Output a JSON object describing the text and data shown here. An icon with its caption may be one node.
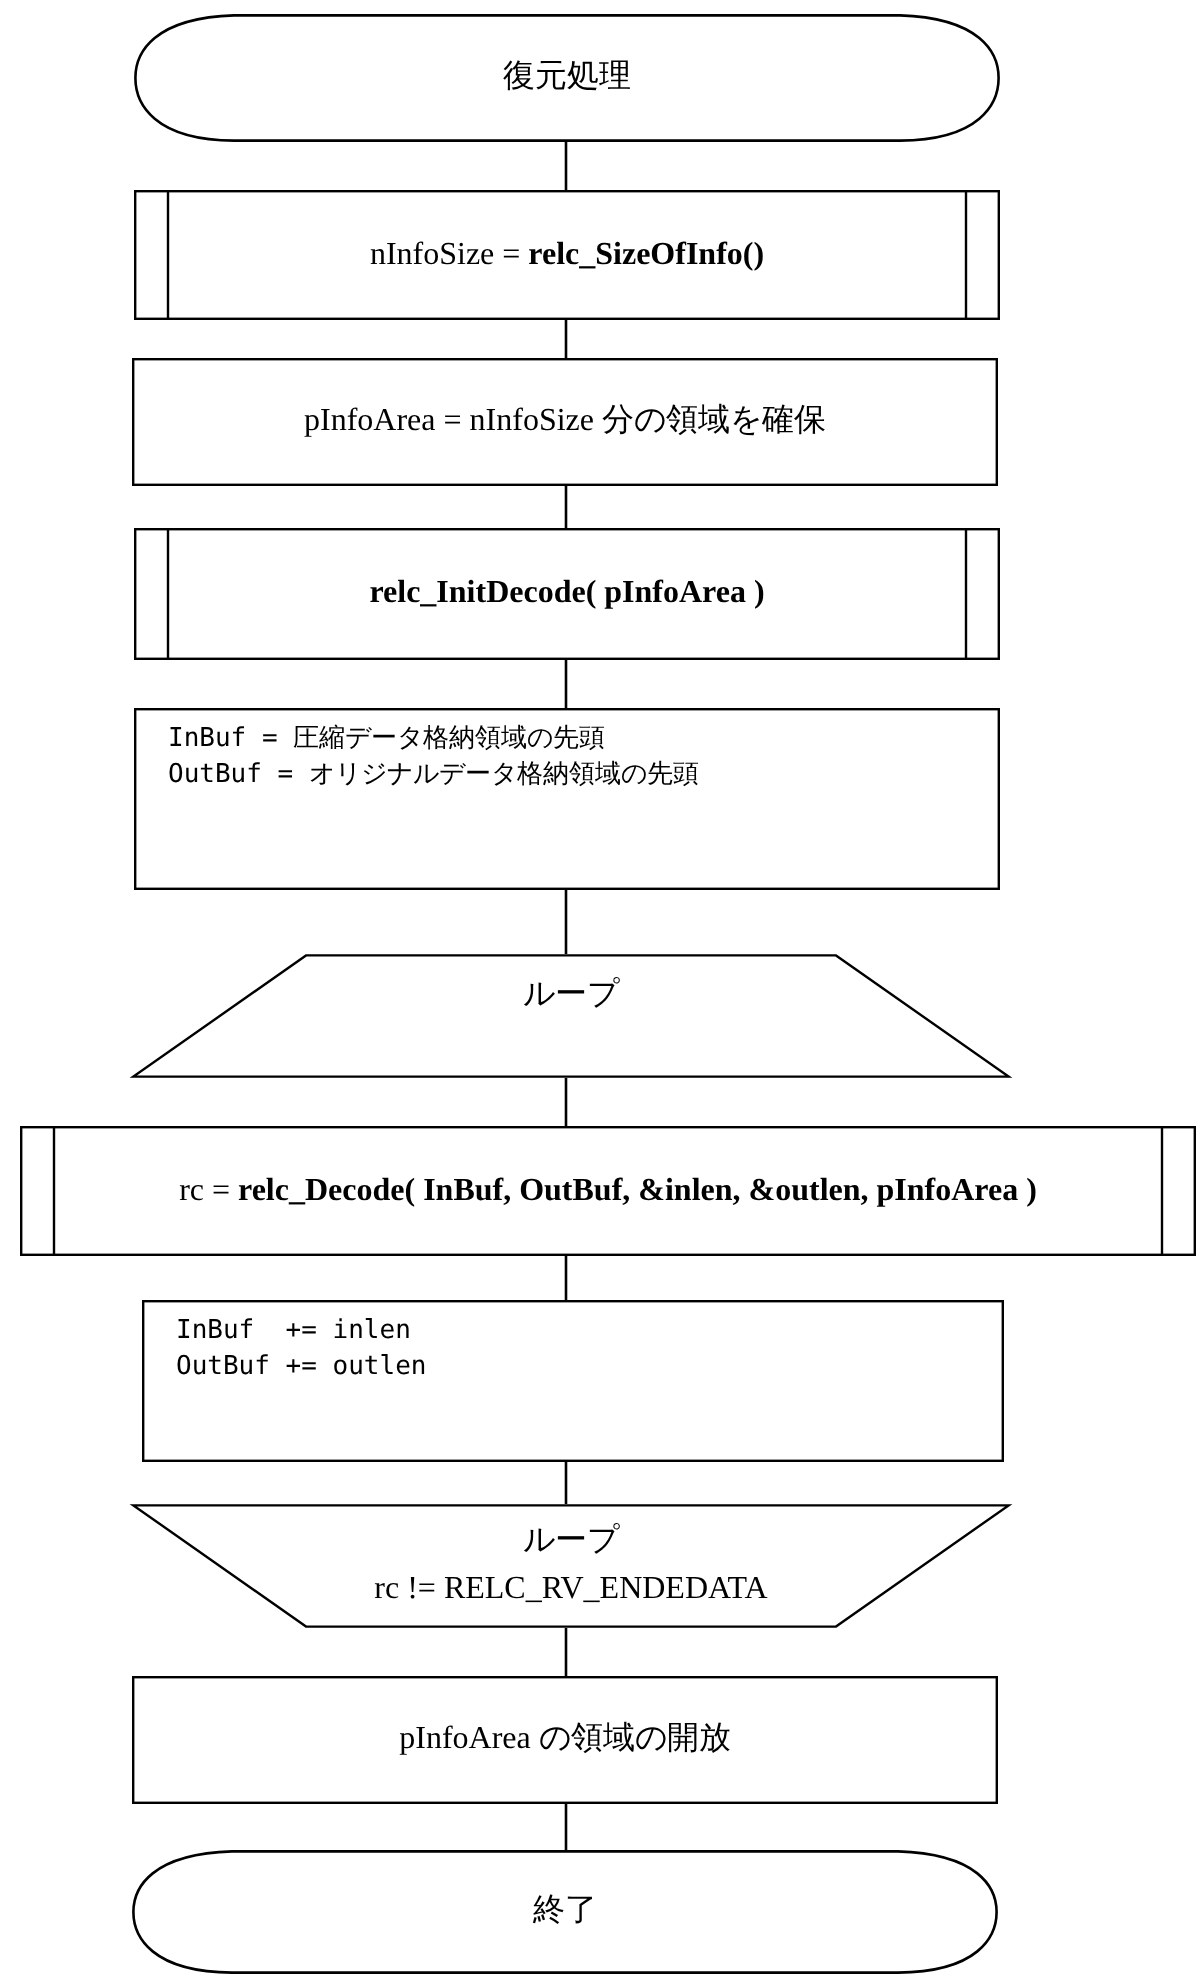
{
  "diagram": {
    "nodes": [
      {
        "text": [
          "復元処理"
        ]
      },
      {
        "text": [
          "nInfoSize = **relc_SizeOfInfo()**"
        ]
      },
      {
        "text": [
          "pInfoArea = nInfoSize 分の領域を確保"
        ]
      },
      {
        "text": [
          "relc_InitDecode( pInfoArea )"
        ]
      },
      {
        "text": [
          "InBuf = 圧縮データ格納領域の先頭",
          "OutBuf = オリジナルデータ格納領域の先頭"
        ]
      },
      {
        "text": [
          "ループ"
        ]
      },
      {
        "text": [
          "rc = **relc_Decode( InBuf, OutBuf, &inlen, &outlen, pInfoArea )**"
        ]
      },
      {
        "text": [
          "InBuf  += inlen",
          "OutBuf += outlen"
        ]
      },
      {
        "text": [
          "ループ",
          "rc != RELC_RV_ENDEDATA"
        ]
      },
      {
        "text": [
          "pInfoArea の領域の開放"
        ]
      },
      {
        "text": [
          "終了"
        ]
      }
    ],
    "edges": [
      {
        "from": 0,
        "to": 1,
        "arrow": "none"
      },
      {
        "from": 1,
        "to": 2,
        "arrow": "none"
      },
      {
        "from": 2,
        "to": 3,
        "arrow": "none"
      },
      {
        "from": 3,
        "to": 4,
        "arrow": "none"
      },
      {
        "from": 4,
        "to": 5,
        "arrow": "none"
      },
      {
        "from": 5,
        "to": 6,
        "arrow": "none"
      },
      {
        "from": 6,
        "to": 7,
        "arrow": "none"
      },
      {
        "from": 7,
        "to": 8,
        "arrow": "none"
      },
      {
        "from": 8,
        "to": 9,
        "arrow": "none"
      },
      {
        "from": 9,
        "to": 10,
        "arrow": "none"
      }
    ]
  }
}
